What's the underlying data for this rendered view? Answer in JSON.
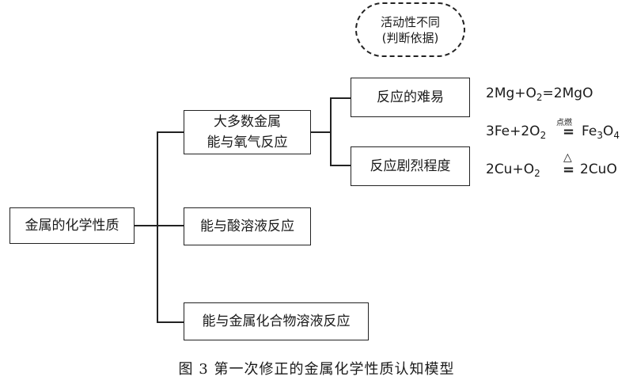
{
  "root": {
    "label": "金属的化学性质"
  },
  "branches": [
    {
      "label_line1": "大多数金属",
      "label_line2": "能与氧气反应"
    },
    {
      "label": "能与酸溶液反应"
    },
    {
      "label": "能与金属化合物溶液反应"
    }
  ],
  "sub_branches": [
    {
      "label": "反应的难易"
    },
    {
      "label": "反应剧烈程度"
    }
  ],
  "annotation": {
    "line1": "活动性不同",
    "line2": "(判断依据)"
  },
  "equations": {
    "mg": "2Mg+O",
    "mg_sub": "2",
    "mg_rest": "=2MgO",
    "fe_left": "3Fe+2O",
    "fe_left_sub": "2",
    "fe_condition": "点燃",
    "fe_eq": "=",
    "fe_right_a": "Fe",
    "fe_right_sub1": "3",
    "fe_right_b": "O",
    "fe_right_sub2": "4",
    "cu_left": "2Cu+O",
    "cu_left_sub": "2",
    "cu_condition": "△",
    "cu_eq": "=",
    "cu_right": "2CuO"
  },
  "caption": "图 3  第一次修正的金属化学性质认知模型"
}
